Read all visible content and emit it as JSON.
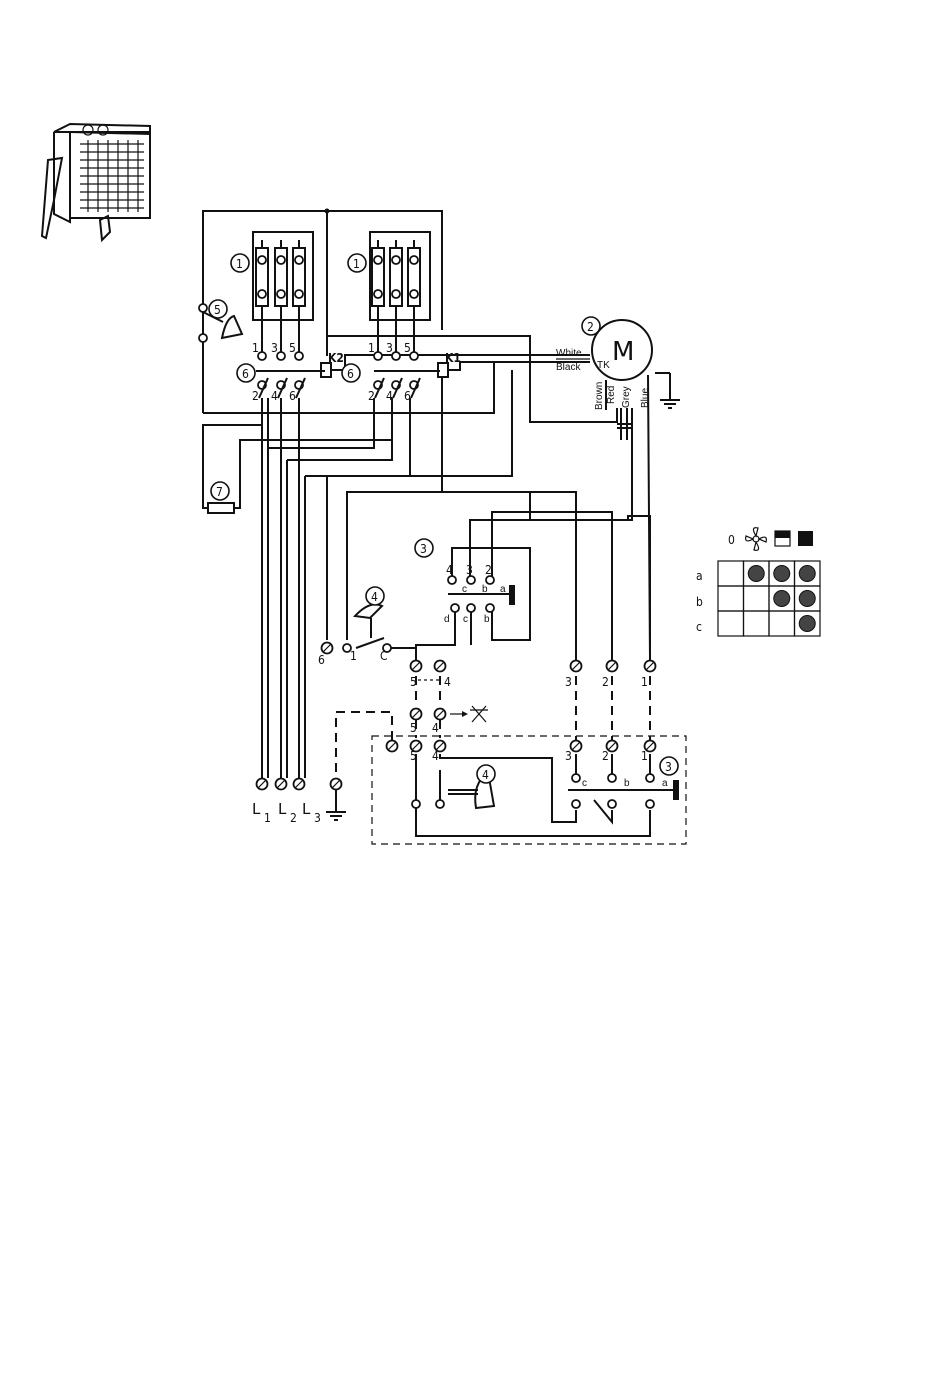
{
  "callouts": {
    "heater_bank": "1",
    "motor": "2",
    "switch": "3",
    "thermostat": "4",
    "overheat": "5",
    "contactor": "6",
    "resistor": "7"
  },
  "contactor_labels": {
    "k1": "K1",
    "k2": "K2"
  },
  "contact_numbers": {
    "top": [
      "1",
      "3",
      "5"
    ],
    "bottom": [
      "2",
      "4",
      "6"
    ]
  },
  "motor": {
    "symbol": "M",
    "tk": "TK",
    "wires_left": [
      "White",
      "Black"
    ],
    "wires_bottom": [
      "Brown",
      "Red",
      "Grey",
      "Blue"
    ]
  },
  "switch_terminals": {
    "top": [
      "4",
      "3",
      "2"
    ],
    "contacts": [
      "c",
      "b",
      "a"
    ],
    "lower": [
      "d",
      "c",
      "b"
    ]
  },
  "thermostat_terminals": [
    "6",
    "1",
    "C"
  ],
  "terminal_block": {
    "upper": [
      "5",
      "4",
      "3",
      "2",
      "1"
    ],
    "mid": [
      "5",
      "4"
    ],
    "remote": [
      "5",
      "4",
      "3",
      "2",
      "1"
    ]
  },
  "remote_switch_contacts": [
    "c",
    "b",
    "a"
  ],
  "supply": [
    "L",
    "1",
    "L",
    "2",
    "L",
    "3"
  ],
  "table": {
    "header": [
      "0",
      "fan-icon",
      "half-heat-icon",
      "full-heat-icon"
    ],
    "rows": [
      {
        "label": "a",
        "cells": [
          false,
          true,
          true,
          true
        ]
      },
      {
        "label": "b",
        "cells": [
          false,
          false,
          true,
          true
        ]
      },
      {
        "label": "c",
        "cells": [
          false,
          false,
          false,
          true
        ]
      }
    ]
  },
  "colors": {
    "line": "#111111",
    "dot": "#444444"
  }
}
